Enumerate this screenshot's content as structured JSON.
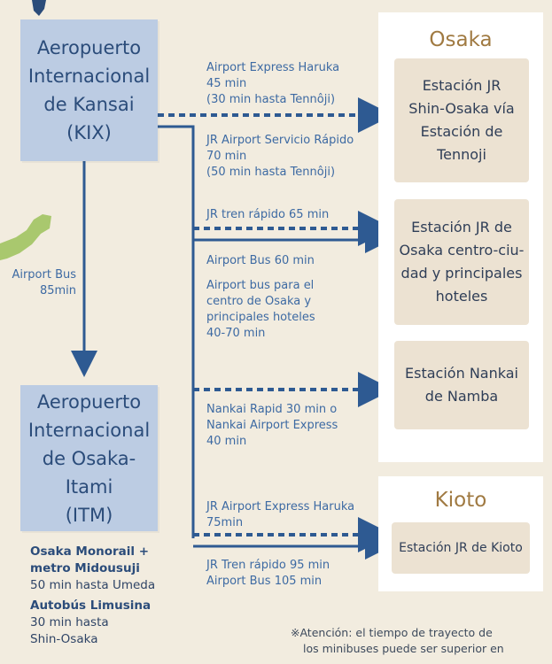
{
  "airports": {
    "kix": [
      "Aeropuerto",
      "Internacional",
      "de Kansai",
      "(KIX)"
    ],
    "itm": [
      "Aeropuerto",
      "Internacional",
      "de Osaka-Itami",
      "(ITM)"
    ]
  },
  "link_label": [
    "Airport Bus",
    "85min"
  ],
  "panels": {
    "osaka_title": "Osaka",
    "kioto_title": "Kioto"
  },
  "stations": {
    "shin_osaka": [
      "Estación JR",
      "Shin-Osaka vía",
      "Estación de",
      "Tennoji"
    ],
    "osaka_city": [
      "Estación JR de",
      "Osaka centro-ciu-",
      "dad y principales",
      "hoteles"
    ],
    "namba": [
      "Estación Nankai",
      "de Namba"
    ],
    "kyoto": "Estación JR de Kioto"
  },
  "routes": {
    "haruka_osaka": [
      "Airport Express Haruka",
      "45 min",
      "(30 min hasta Tennôji)"
    ],
    "jr_rapid": [
      "JR Airport Servicio Rápido",
      "70 min",
      "(50 min hasta Tennôji)"
    ],
    "jr_tren": "JR tren rápido 65 min",
    "airport_bus": "Airport Bus 60 min",
    "airport_bus_center": [
      "Airport bus para el",
      "centro de Osaka y",
      "principales hoteles",
      "40-70 min"
    ],
    "nankai": [
      "Nankai Rapid 30 min o",
      "Nankai Airport Express",
      "40 min"
    ],
    "haruka_kioto": [
      "JR Airport Express Haruka",
      "75min"
    ],
    "kioto_other": [
      "JR Tren rápido 95 min",
      "Airport Bus 105 min"
    ]
  },
  "itm_routes": {
    "monorail_title": [
      "Osaka Monorail +",
      "metro Midousuji"
    ],
    "monorail_time": "50 min hasta Umeda",
    "limousine_title": "Autobús Limusina",
    "limousine_time": [
      "30 min hasta",
      "Shin-Osaka"
    ]
  },
  "note": [
    "※Atención: el tiempo de trayecto de",
    "los minibuses puede ser superior en"
  ],
  "colors": {
    "route": "#2e5a92",
    "airport_bg": "#bccce3",
    "station_bg": "#ece2d2",
    "map_green": "#a9c86e"
  }
}
